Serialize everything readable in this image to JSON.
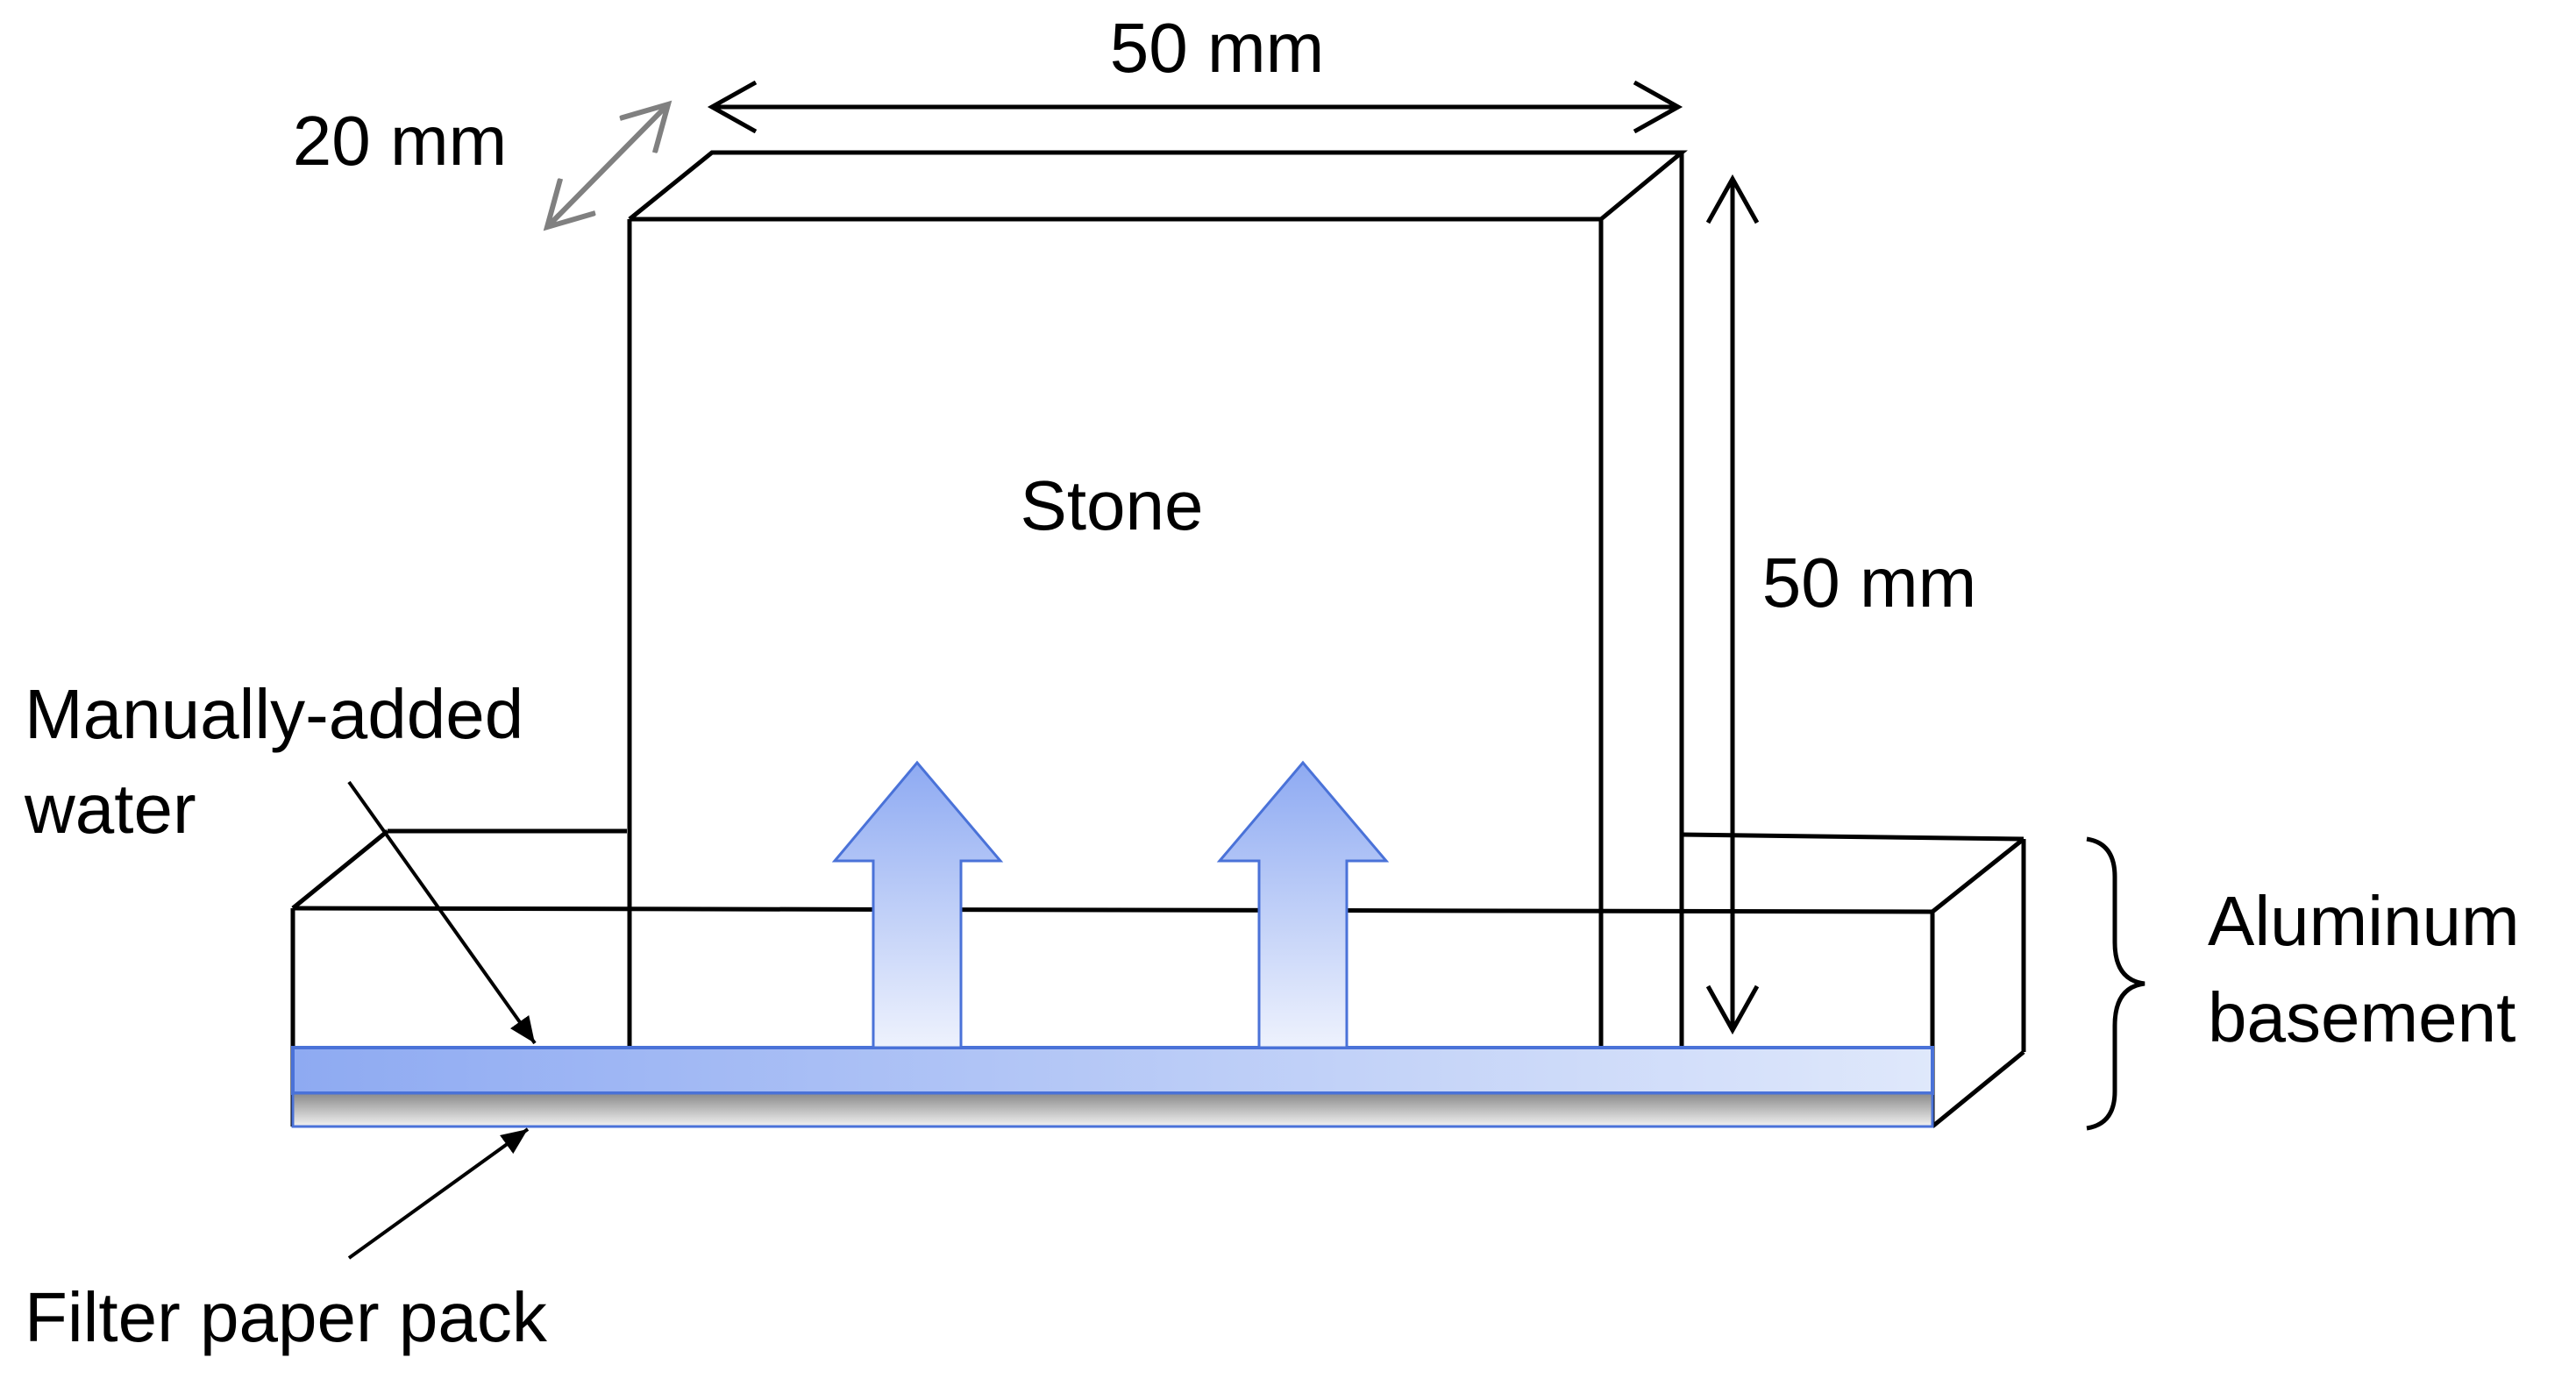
{
  "labels": {
    "width": "50 mm",
    "depth": "20 mm",
    "height": "50 mm",
    "stone": "Stone",
    "water_line1": "Manually-added",
    "water_line2": "water",
    "basement_line1": "Aluminum",
    "basement_line2": "basement",
    "filter": "Filter paper pack"
  },
  "colors": {
    "water_light": "#dfe8fb",
    "water_dark": "#8eaaf2",
    "water_edge": "#4a72d8",
    "arrow_top": "#8eaaf2",
    "arrow_bottom": "#eef2fd",
    "arrow_edge": "#4a72d8",
    "filter_dark": "#8a8a8a",
    "filter_light": "#f2f2f2",
    "outline": "#000000",
    "depth_arrow": "#808080"
  },
  "icons": {
    "flow_arrows": "up-arrow-icon",
    "basement_brace": "right-curly-brace-icon"
  }
}
